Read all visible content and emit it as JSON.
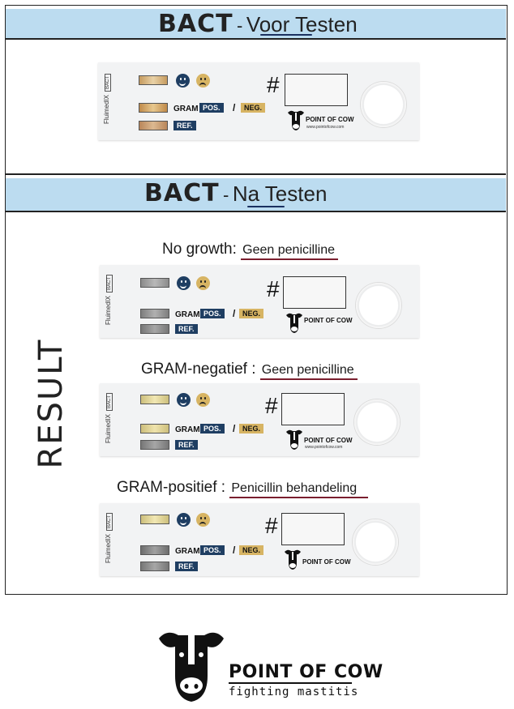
{
  "section_before": {
    "title": "BACT",
    "dash": "-",
    "subtitle": "Voor Testen"
  },
  "section_after": {
    "title": "BACT",
    "dash": "-",
    "subtitle": "Na Testen"
  },
  "side_label": "RESULT",
  "strip": {
    "brand": "FluimedIX",
    "badge": "BACT",
    "gram_label": "GRAM",
    "pos_label": "POS.",
    "slash": "/",
    "neg_label": "NEG.",
    "ref_label": "REF.",
    "hash": "#",
    "cow_name": "POINT OF COW",
    "cow_url": "www.pointofcow.com"
  },
  "results": [
    {
      "label": "No growth:",
      "value": "Geen penicilline"
    },
    {
      "label": "GRAM-negatief :",
      "value": "Geen penicilline"
    },
    {
      "label": "GRAM-positief :",
      "value": "Penicillin behandeling"
    }
  ],
  "footer": {
    "brand": "POINT OF COW",
    "tagline": "fighting mastitis"
  },
  "colors": {
    "band": "#bcdcf0",
    "navy": "#1f3e62",
    "gold": "#d7b463",
    "underline": "#7a1e2e"
  }
}
